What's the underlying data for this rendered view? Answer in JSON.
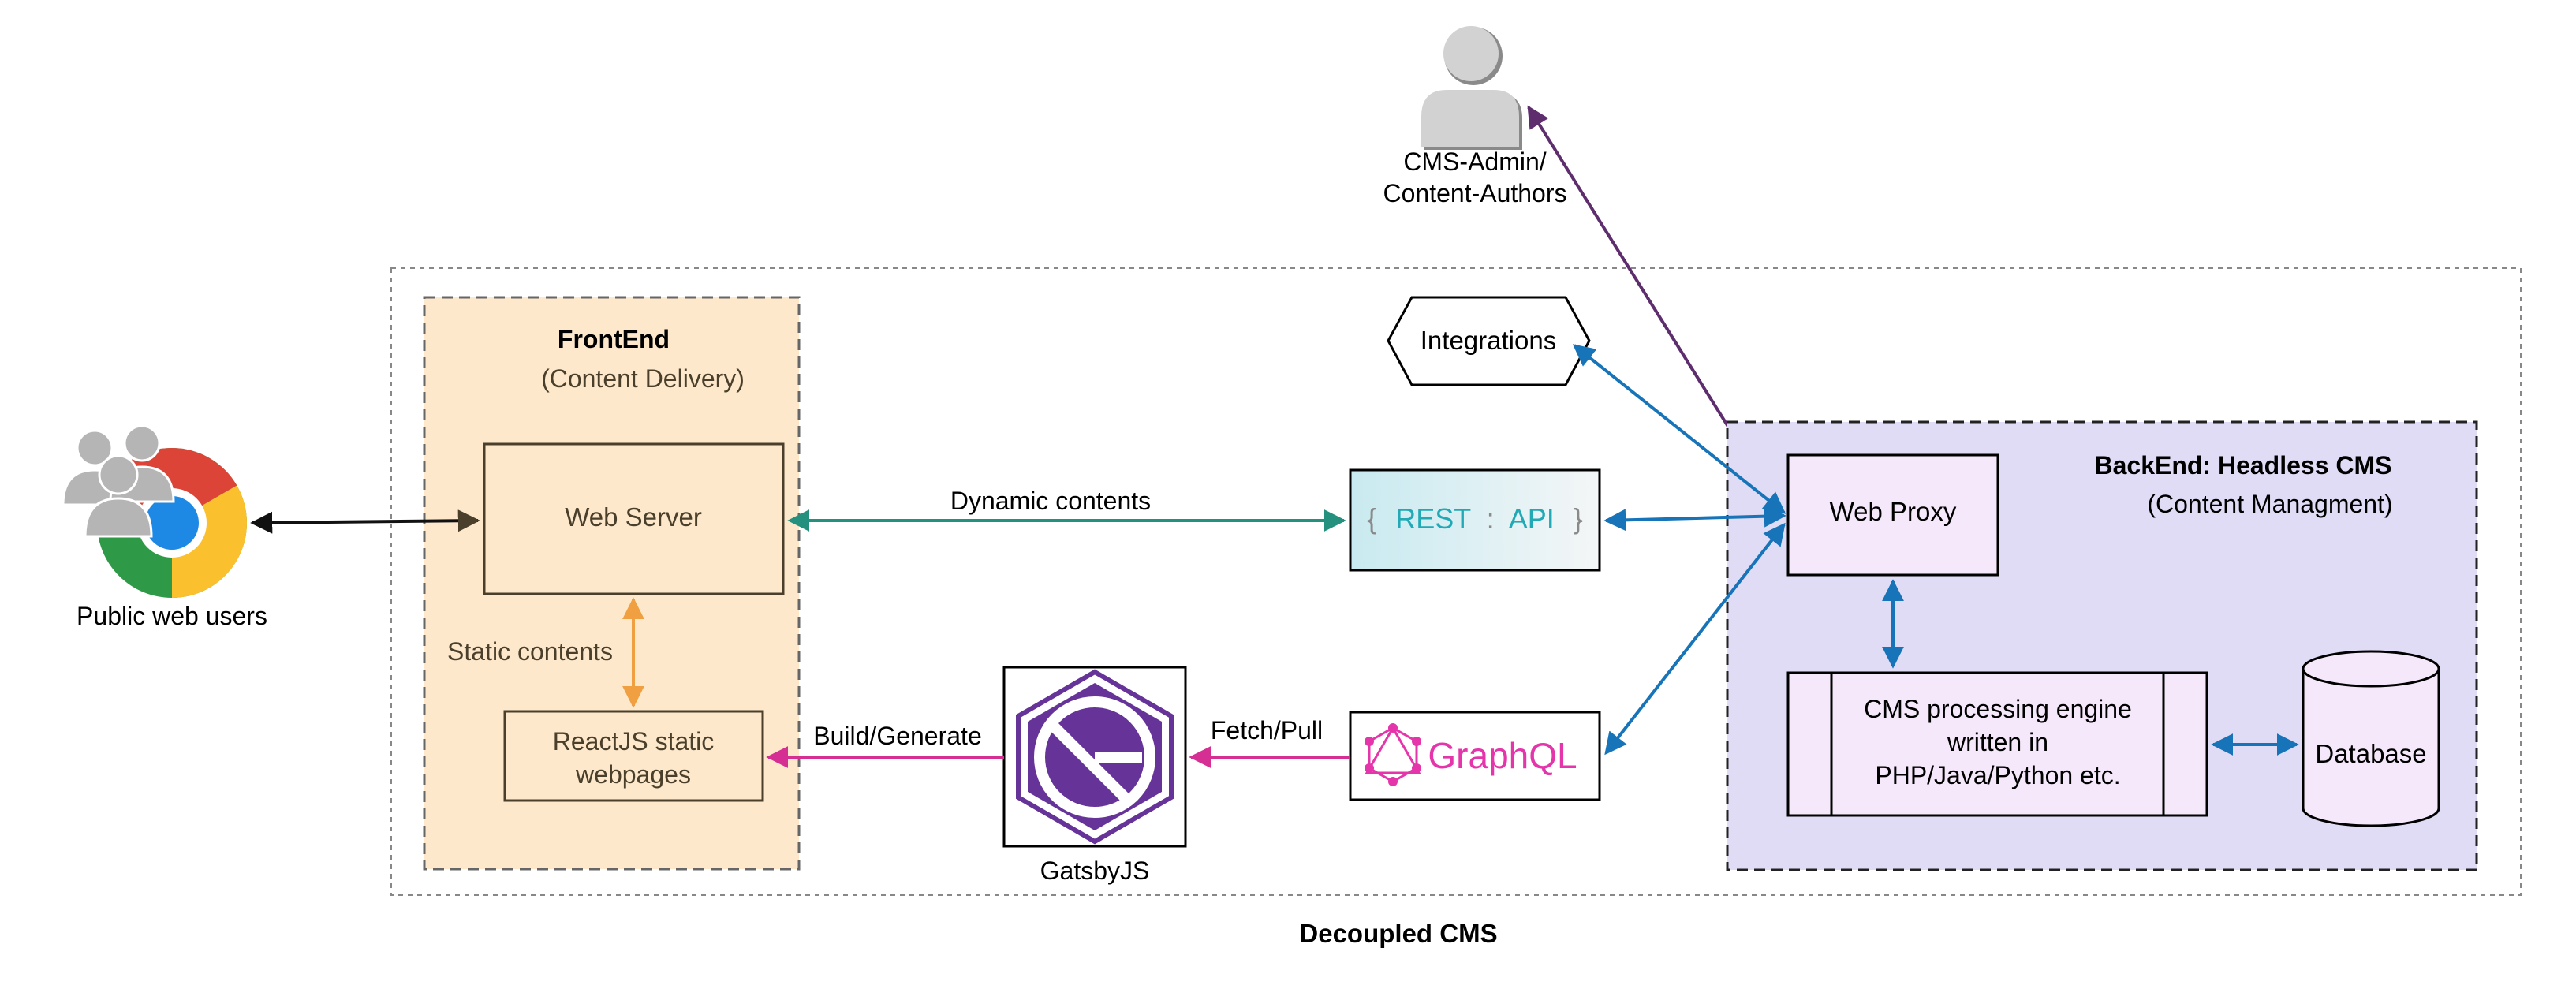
{
  "diagram": {
    "caption": "Decoupled CMS",
    "nodes": {
      "public_users": "Public web users",
      "cms_admin_line1": "CMS-Admin/",
      "cms_admin_line2": "Content-Authors",
      "frontend_title": "FrontEnd",
      "frontend_subtitle": "(Content Delivery)",
      "web_server": "Web Server",
      "reactjs_line1": "ReactJS static",
      "reactjs_line2": "webpages",
      "integrations": "Integrations",
      "rest_api_open": "{",
      "rest_api_word1": "REST",
      "rest_api_colon": ":",
      "rest_api_word2": "API",
      "rest_api_close": "}",
      "graphql": "GraphQL",
      "gatsby": "GatsbyJS",
      "backend_title": "BackEnd:  Headless CMS",
      "backend_subtitle": "(Content Managment)",
      "web_proxy": "Web Proxy",
      "engine_line1": "CMS processing engine",
      "engine_line2": "written in",
      "engine_line3": "PHP/Java/Python etc.",
      "database": "Database"
    },
    "edges": {
      "dynamic_contents": "Dynamic contents",
      "static_contents": "Static contents",
      "build_generate": "Build/Generate",
      "fetch_pull": "Fetch/Pull"
    },
    "colors": {
      "frontend_fill": "#fde8cc",
      "backend_fill": "#e0dcf5",
      "box_fill_light": "#f5e8fa",
      "teal_arrow": "#24917e",
      "blue_arrow": "#1774b8",
      "purple_arrow": "#5e2d6e",
      "orange_arrow": "#f0a040",
      "magenta_arrow": "#d62f93",
      "gatsby_purple": "#663399",
      "graphql_pink": "#e535ab",
      "rest_teal": "#22a9b6"
    }
  }
}
